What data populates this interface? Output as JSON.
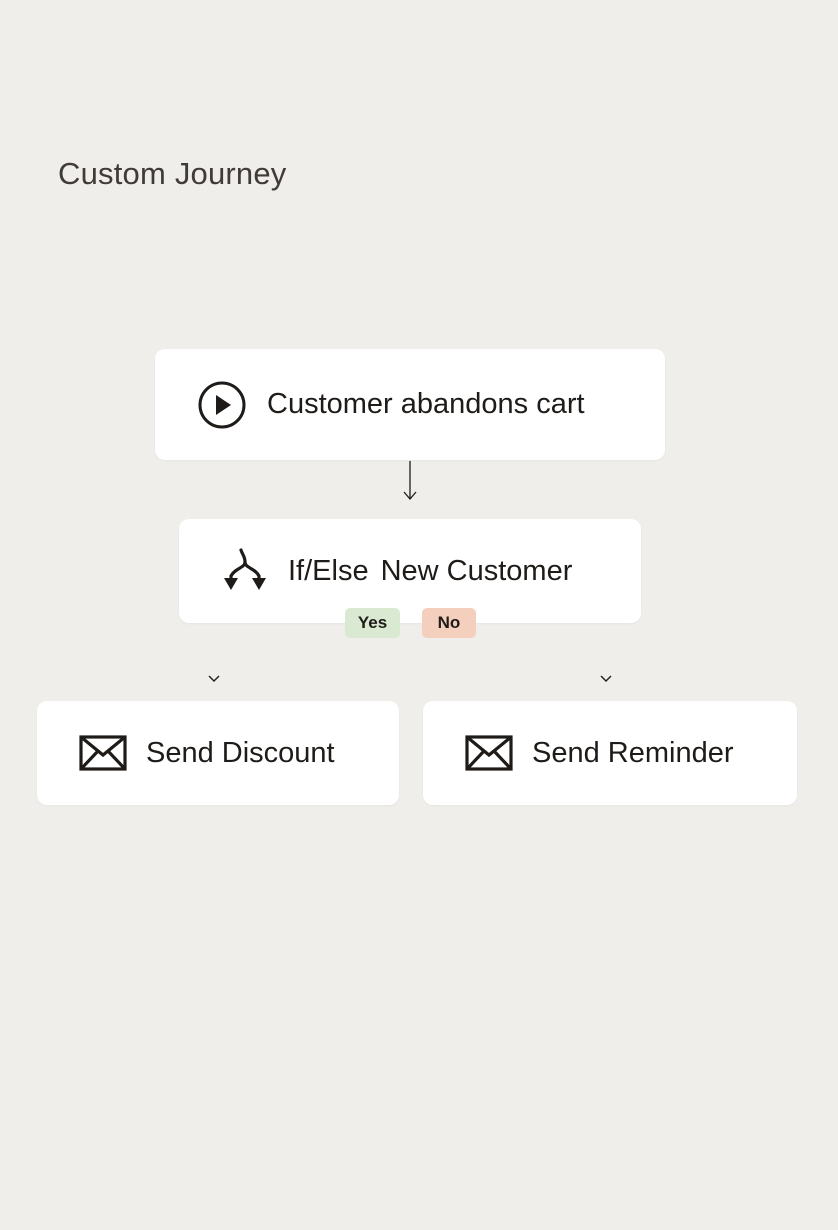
{
  "page": {
    "title": "Custom Journey"
  },
  "journey": {
    "trigger": {
      "label": "Customer abandons cart",
      "icon": "play-circle-icon"
    },
    "condition": {
      "type_label": "If/Else",
      "label": "New Customer",
      "icon": "branch-split-icon",
      "yes_label": "Yes",
      "no_label": "No"
    },
    "actions": [
      {
        "label": "Send Discount",
        "icon": "envelope-icon",
        "branch": "Yes"
      },
      {
        "label": "Send Reminder",
        "icon": "envelope-icon",
        "branch": "No"
      }
    ]
  },
  "colors": {
    "background": "#efeeea",
    "card": "#ffffff",
    "yes_badge": "#d9e9d2",
    "no_badge": "#f5cfbe",
    "text": "#1f1b18"
  }
}
